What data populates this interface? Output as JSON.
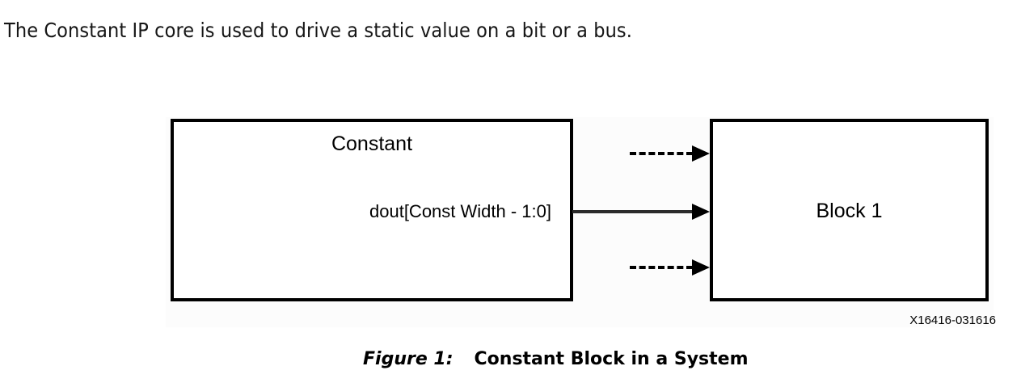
{
  "intro": {
    "text": "The Constant IP core is used to drive a static value on a bit or a bus."
  },
  "diagram": {
    "constant_block": {
      "title": "Constant",
      "port_label": "dout[Const Width - 1:0]"
    },
    "target_block": {
      "title": "Block 1"
    },
    "connectors": [
      {
        "name": "dashed-top",
        "style": "dashed",
        "direction": "right"
      },
      {
        "name": "solid-dout",
        "style": "solid",
        "direction": "right"
      },
      {
        "name": "dashed-bottom",
        "style": "dashed",
        "direction": "right"
      }
    ],
    "figure_id": "X16416-031616"
  },
  "caption": {
    "number": "Figure 1:",
    "title": "Constant Block in a System"
  },
  "colors": {
    "stroke": "#000000",
    "line": "#2b2b2b",
    "background": "#ffffff",
    "text": "#000000"
  }
}
